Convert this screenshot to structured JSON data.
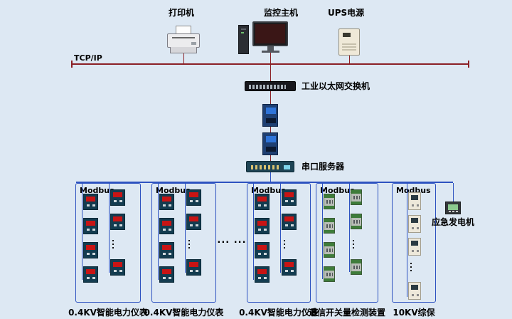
{
  "colors": {
    "background": "#dde8f3",
    "tcp_bus": "#8b2025",
    "field_bus": "#2d52c0",
    "meter_display": "#c81414"
  },
  "top": {
    "printer_label": "打印机",
    "host_label": "监控主机",
    "ups_label": "UPS电源",
    "tcpip_label": "TCP/IP"
  },
  "backbone": {
    "switch_label": "工业以太网交换机",
    "serial_server_label": "串口服务器"
  },
  "field": {
    "ellipsis": "... ...",
    "generator_label": "应急发电机",
    "branches": [
      {
        "bus_label": "Modbus",
        "bottom_label": "0.4KV智能电力仪表",
        "device": "meter",
        "columns": [
          [
            "d",
            "d",
            "d",
            "d"
          ],
          [
            "d",
            "d",
            "dots",
            "d"
          ]
        ]
      },
      {
        "bus_label": "Modbus",
        "bottom_label": "0.4KV智能电力仪表",
        "device": "meter",
        "columns": [
          [
            "d",
            "d",
            "d",
            "d"
          ],
          [
            "d",
            "d",
            "dots",
            "d"
          ]
        ]
      },
      {
        "bus_label": "Modbus",
        "bottom_label": "0.4KV智能电力仪表",
        "device": "meter",
        "columns": [
          [
            "d",
            "d",
            "d",
            "d"
          ],
          [
            "d",
            "d",
            "dots",
            "d"
          ]
        ]
      },
      {
        "bus_label": "Modbus",
        "bottom_label": "遥信开关量检测装置",
        "device": "io",
        "columns": [
          [
            "d",
            "d",
            "d",
            "d"
          ],
          [
            "d",
            "d",
            "dots",
            "d"
          ]
        ]
      },
      {
        "bus_label": "Modbus",
        "bottom_label": "10KV综保",
        "device": "relay",
        "columns": [
          [
            "d",
            "d",
            "d",
            "dots",
            "d"
          ]
        ]
      }
    ]
  }
}
